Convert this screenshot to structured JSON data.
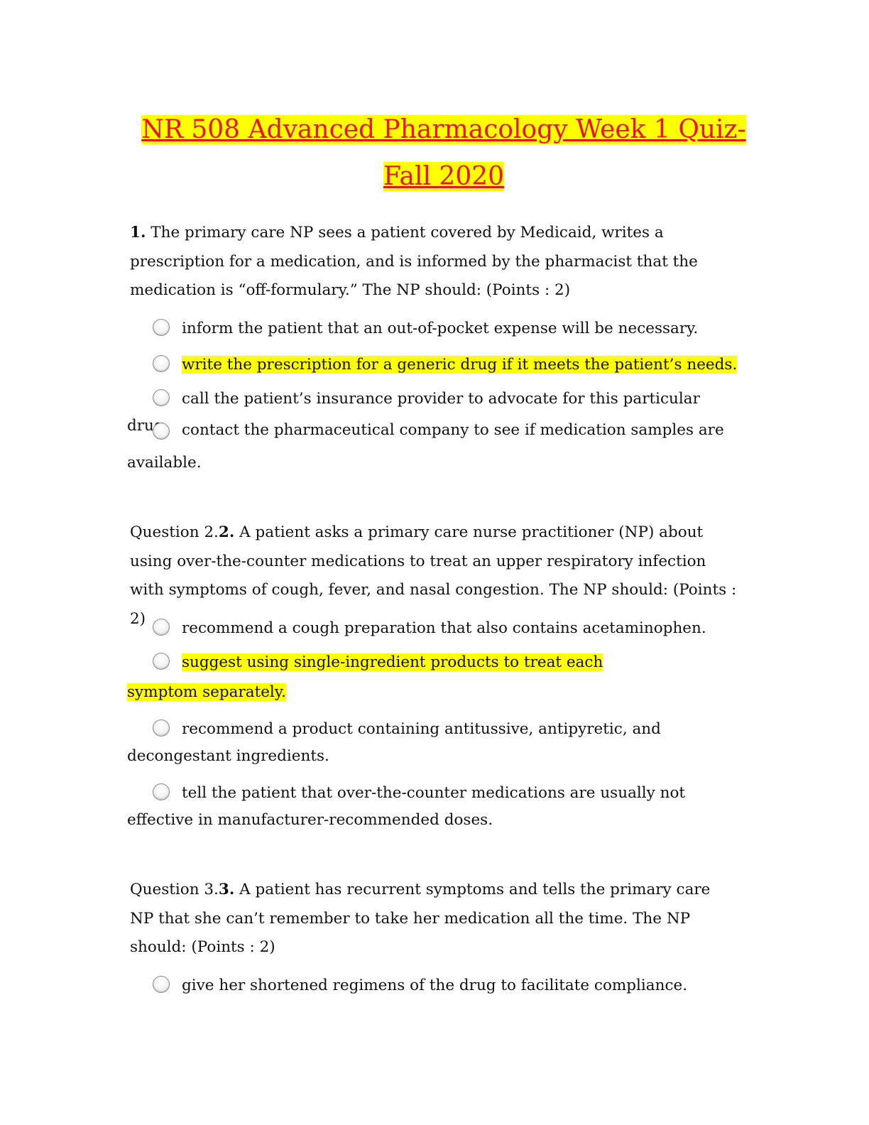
{
  "document": {
    "title": "NR 508 Advanced Pharmacology Week 1 Quiz-Fall 2020",
    "title_lines": [
      "NR 508 Advanced Pharmacology Week 1 Quiz-",
      "Fall 2020"
    ],
    "highlight_color": "#ffff00",
    "title_color": "#e8141b"
  },
  "questions": [
    {
      "number": "1.",
      "prefix": "",
      "text": " The primary care NP sees a patient covered by Medicaid, writes a prescription for a medication, and is informed by the pharmacist that the medication is “off-formulary.” The NP should: (Points : 2)",
      "options": [
        {
          "label": "inform the patient that an out-of-pocket expense will be necessary.",
          "highlighted": false
        },
        {
          "label": "write the prescription for a generic drug if it meets the patient’s needs.",
          "highlighted": true
        },
        {
          "label": "call the patient’s insurance provider to advocate for this particular drug.",
          "highlighted": false
        },
        {
          "label": "contact the pharmaceutical company to see if medication samples are available.",
          "highlighted": false
        }
      ]
    },
    {
      "number": "2.",
      "prefix": "Question 2.",
      "text": " A patient asks a primary care nurse practitioner (NP) about using over-the-counter medications to treat an upper respiratory infection with symptoms of cough, fever, and nasal congestion. The NP should: (Points : 2)",
      "options": [
        {
          "label": "recommend a cough preparation that also contains acetaminophen.",
          "highlighted": false
        },
        {
          "label": "suggest using single-ingredient products to treat each symptom separately.",
          "highlighted": true
        },
        {
          "label": "recommend a product containing antitussive, antipyretic, and decongestant ingredients.",
          "highlighted": false
        },
        {
          "label": "tell the patient that over-the-counter medications are usually not effective in manufacturer-recommended doses.",
          "highlighted": false
        }
      ]
    },
    {
      "number": "3.",
      "prefix": "Question 3.",
      "text": " A patient has recurrent symptoms and tells the primary care NP that she can’t remember to take her medication all the time. The NP should: (Points : 2)",
      "options": [
        {
          "label": "give her shortened regimens of the drug to facilitate compliance.",
          "highlighted": false
        }
      ]
    }
  ]
}
